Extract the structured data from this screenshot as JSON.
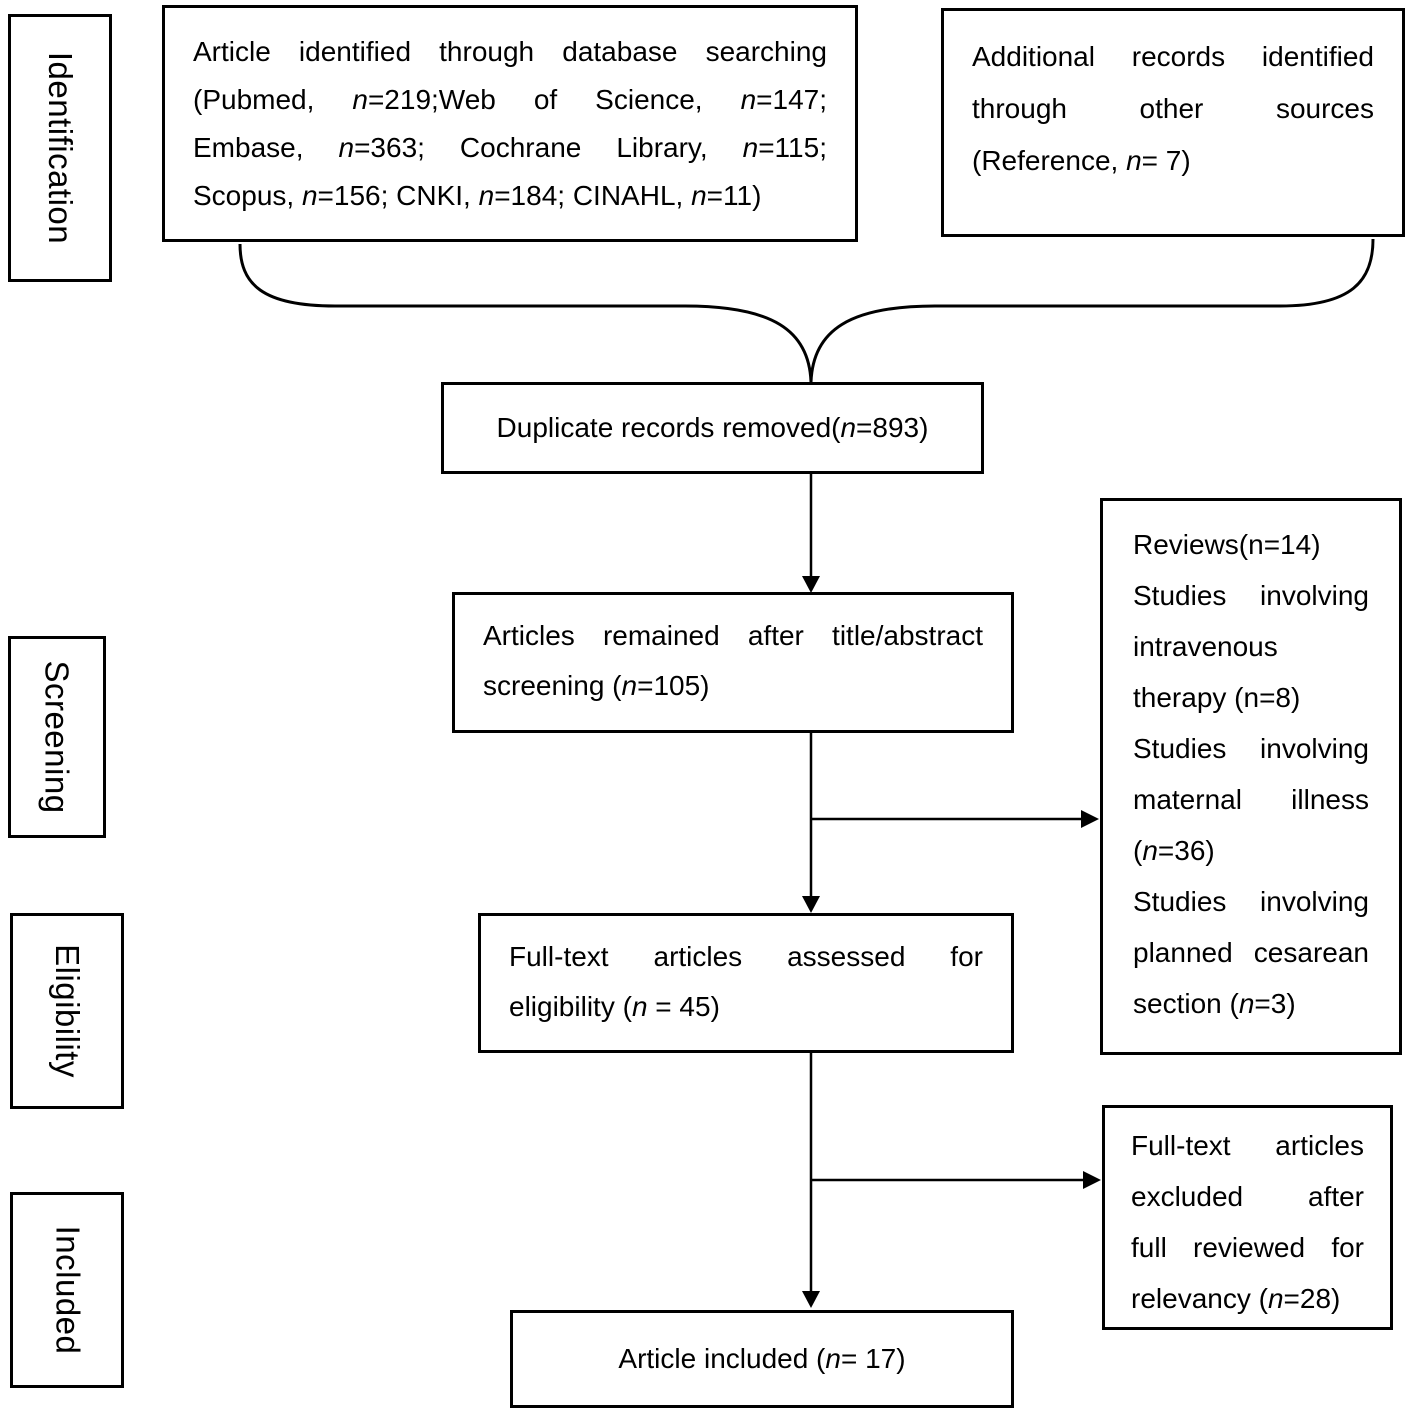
{
  "stages": {
    "identification": "Identification",
    "screening": "Screening",
    "eligibility": "Eligibility",
    "included": "Included"
  },
  "boxes": {
    "database": {
      "lines": [
        {
          "j": true,
          "parts": [
            {
              "t": "Article identified through database searching"
            }
          ]
        },
        {
          "j": true,
          "parts": [
            {
              "t": "(Pubmed, "
            },
            {
              "t": "n",
              "i": true
            },
            {
              "t": "=219;Web of Science, "
            },
            {
              "t": "n",
              "i": true
            },
            {
              "t": "=147;"
            }
          ]
        },
        {
          "j": true,
          "parts": [
            {
              "t": "Embase, "
            },
            {
              "t": "n",
              "i": true
            },
            {
              "t": "=363; Cochrane Library, "
            },
            {
              "t": "n",
              "i": true
            },
            {
              "t": "=115;"
            }
          ]
        },
        {
          "j": false,
          "parts": [
            {
              "t": "Scopus, "
            },
            {
              "t": "n",
              "i": true
            },
            {
              "t": "=156; CNKI, "
            },
            {
              "t": "n",
              "i": true
            },
            {
              "t": "=184; CINAHL, "
            },
            {
              "t": "n",
              "i": true
            },
            {
              "t": "=11)"
            }
          ]
        }
      ]
    },
    "other_sources": {
      "lines": [
        {
          "j": true,
          "parts": [
            {
              "t": "Additional records identified"
            }
          ]
        },
        {
          "j": true,
          "parts": [
            {
              "t": "through other sources"
            }
          ]
        },
        {
          "j": false,
          "parts": [
            {
              "t": "(Reference, "
            },
            {
              "t": "n",
              "i": true
            },
            {
              "t": "= 7)"
            }
          ]
        }
      ]
    },
    "duplicates": {
      "lines": [
        {
          "j": false,
          "parts": [
            {
              "t": "Duplicate records removed("
            },
            {
              "t": "n",
              "i": true
            },
            {
              "t": "=893)"
            }
          ]
        }
      ]
    },
    "title_abstract": {
      "lines": [
        {
          "j": true,
          "parts": [
            {
              "t": "Articles remained after title/abstract"
            }
          ]
        },
        {
          "j": false,
          "parts": [
            {
              "t": "screening ("
            },
            {
              "t": "n",
              "i": true
            },
            {
              "t": "=105)"
            }
          ]
        }
      ]
    },
    "reviews": {
      "lines": [
        {
          "j": false,
          "parts": [
            {
              "t": "Reviews(n=14)"
            }
          ]
        },
        {
          "j": true,
          "parts": [
            {
              "t": "Studies involving"
            }
          ]
        },
        {
          "j": false,
          "parts": [
            {
              "t": "intravenous"
            }
          ]
        },
        {
          "j": false,
          "parts": [
            {
              "t": "therapy (n=8)"
            }
          ]
        },
        {
          "j": true,
          "parts": [
            {
              "t": "Studies involving"
            }
          ]
        },
        {
          "j": true,
          "parts": [
            {
              "t": "maternal illness"
            }
          ]
        },
        {
          "j": false,
          "parts": [
            {
              "t": "("
            },
            {
              "t": "n",
              "i": true
            },
            {
              "t": "=36)"
            }
          ]
        },
        {
          "j": true,
          "parts": [
            {
              "t": "Studies involving"
            }
          ]
        },
        {
          "j": true,
          "parts": [
            {
              "t": "planned cesarean"
            }
          ]
        },
        {
          "j": false,
          "parts": [
            {
              "t": "section ("
            },
            {
              "t": "n",
              "i": true
            },
            {
              "t": "=3)"
            }
          ]
        }
      ]
    },
    "fulltext": {
      "lines": [
        {
          "j": true,
          "parts": [
            {
              "t": "Full-text articles assessed for"
            }
          ]
        },
        {
          "j": false,
          "parts": [
            {
              "t": "eligibility ("
            },
            {
              "t": "n",
              "i": true
            },
            {
              "t": " = 45)"
            }
          ]
        }
      ]
    },
    "excluded": {
      "lines": [
        {
          "j": true,
          "parts": [
            {
              "t": "Full-text articles"
            }
          ]
        },
        {
          "j": true,
          "parts": [
            {
              "t": "excluded after"
            }
          ]
        },
        {
          "j": true,
          "parts": [
            {
              "t": "full reviewed for"
            }
          ]
        },
        {
          "j": false,
          "parts": [
            {
              "t": "relevancy ("
            },
            {
              "t": "n",
              "i": true
            },
            {
              "t": "=28)"
            }
          ]
        }
      ]
    },
    "included": {
      "lines": [
        {
          "j": false,
          "parts": [
            {
              "t": "Article included ("
            },
            {
              "t": "n",
              "i": true
            },
            {
              "t": "= 17)"
            }
          ]
        }
      ]
    }
  },
  "colors": {
    "line": "#000000",
    "text": "#000000",
    "background": "#ffffff"
  }
}
